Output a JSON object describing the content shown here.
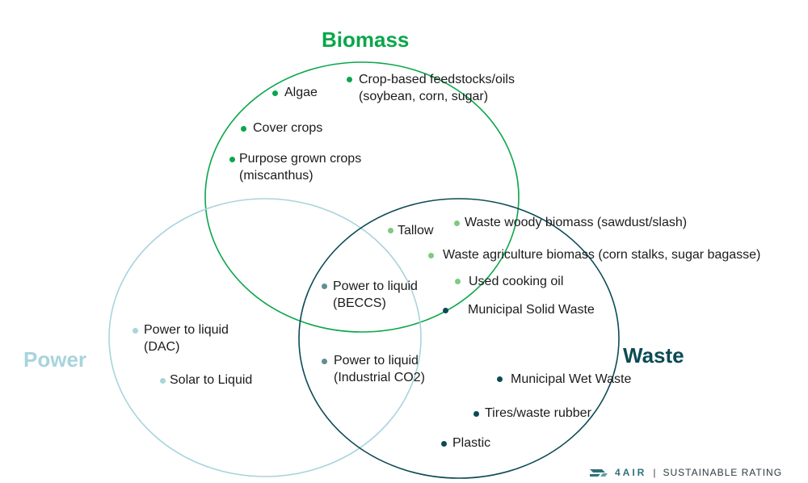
{
  "colors": {
    "biomass": "#0aa64a",
    "power": "#a8d4dc",
    "waste": "#0b4a55",
    "light_green": "#7ccb7e",
    "teal_mid": "#5e8f92",
    "text": "#1b1b1b"
  },
  "sets": {
    "biomass": "Biomass",
    "power": "Power",
    "waste": "Waste"
  },
  "items": [
    {
      "id": "algae",
      "lines": [
        "Algae"
      ],
      "color": "biomass"
    },
    {
      "id": "crop-based",
      "lines": [
        "Crop-based feedstocks/oils",
        "(soybean, corn, sugar)"
      ],
      "color": "biomass"
    },
    {
      "id": "cover-crops",
      "lines": [
        "Cover crops"
      ],
      "color": "biomass"
    },
    {
      "id": "purpose-grown",
      "lines": [
        "Purpose grown crops",
        "(miscanthus)"
      ],
      "color": "biomass"
    },
    {
      "id": "tallow",
      "lines": [
        "Tallow"
      ],
      "color": "light_green"
    },
    {
      "id": "waste-woody",
      "lines": [
        "Waste woody biomass (sawdust/slash)"
      ],
      "color": "light_green"
    },
    {
      "id": "waste-agri",
      "lines": [
        "Waste agriculture biomass (corn stalks, sugar bagasse)"
      ],
      "color": "light_green"
    },
    {
      "id": "used-cooking-oil",
      "lines": [
        "Used cooking oil"
      ],
      "color": "light_green"
    },
    {
      "id": "ptl-beccs",
      "lines": [
        "Power to liquid",
        "(BECCS)"
      ],
      "color": "teal_mid"
    },
    {
      "id": "municipal-solid",
      "lines": [
        "Municipal Solid Waste"
      ],
      "color": "waste"
    },
    {
      "id": "ptl-dac",
      "lines": [
        "Power to liquid",
        "(DAC)"
      ],
      "color": "power"
    },
    {
      "id": "solar",
      "lines": [
        "Solar to Liquid"
      ],
      "color": "power"
    },
    {
      "id": "ptl-industrial",
      "lines": [
        "Power to liquid",
        "(Industrial CO2)"
      ],
      "color": "teal_mid"
    },
    {
      "id": "municipal-wet",
      "lines": [
        "Municipal Wet Waste"
      ],
      "color": "waste"
    },
    {
      "id": "tires",
      "lines": [
        "Tires/waste rubber"
      ],
      "color": "waste"
    },
    {
      "id": "plastic",
      "lines": [
        "Plastic"
      ],
      "color": "waste"
    }
  ],
  "footer": {
    "brand": "4AIR",
    "separator": "|",
    "tagline": "SUSTAINABLE RATING",
    "logo_icon": "4air-wing-logo"
  }
}
